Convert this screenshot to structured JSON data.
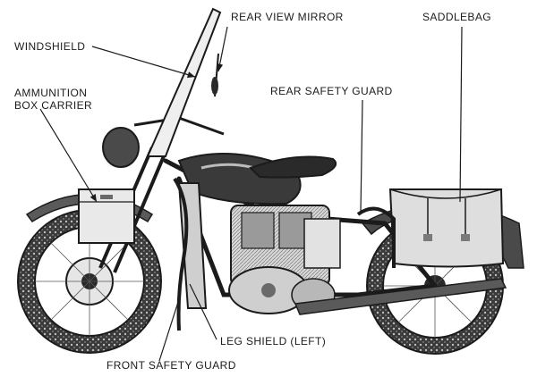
{
  "labels": {
    "windshield": "WINDSHIELD",
    "rear_view_mirror": "REAR VIEW MIRROR",
    "saddlebag": "SADDLEBAG",
    "ammunition_line1": "AMMUNITION",
    "ammunition_line2": "BOX CARRIER",
    "rear_safety_guard": "REAR SAFETY GUARD",
    "leg_shield": "LEG SHIELD (LEFT)",
    "front_safety_guard": "FRONT SAFETY GUARD"
  },
  "colors": {
    "ink": "#1b1b1b",
    "paper": "#ffffff",
    "shade": "#6a6a6a"
  }
}
